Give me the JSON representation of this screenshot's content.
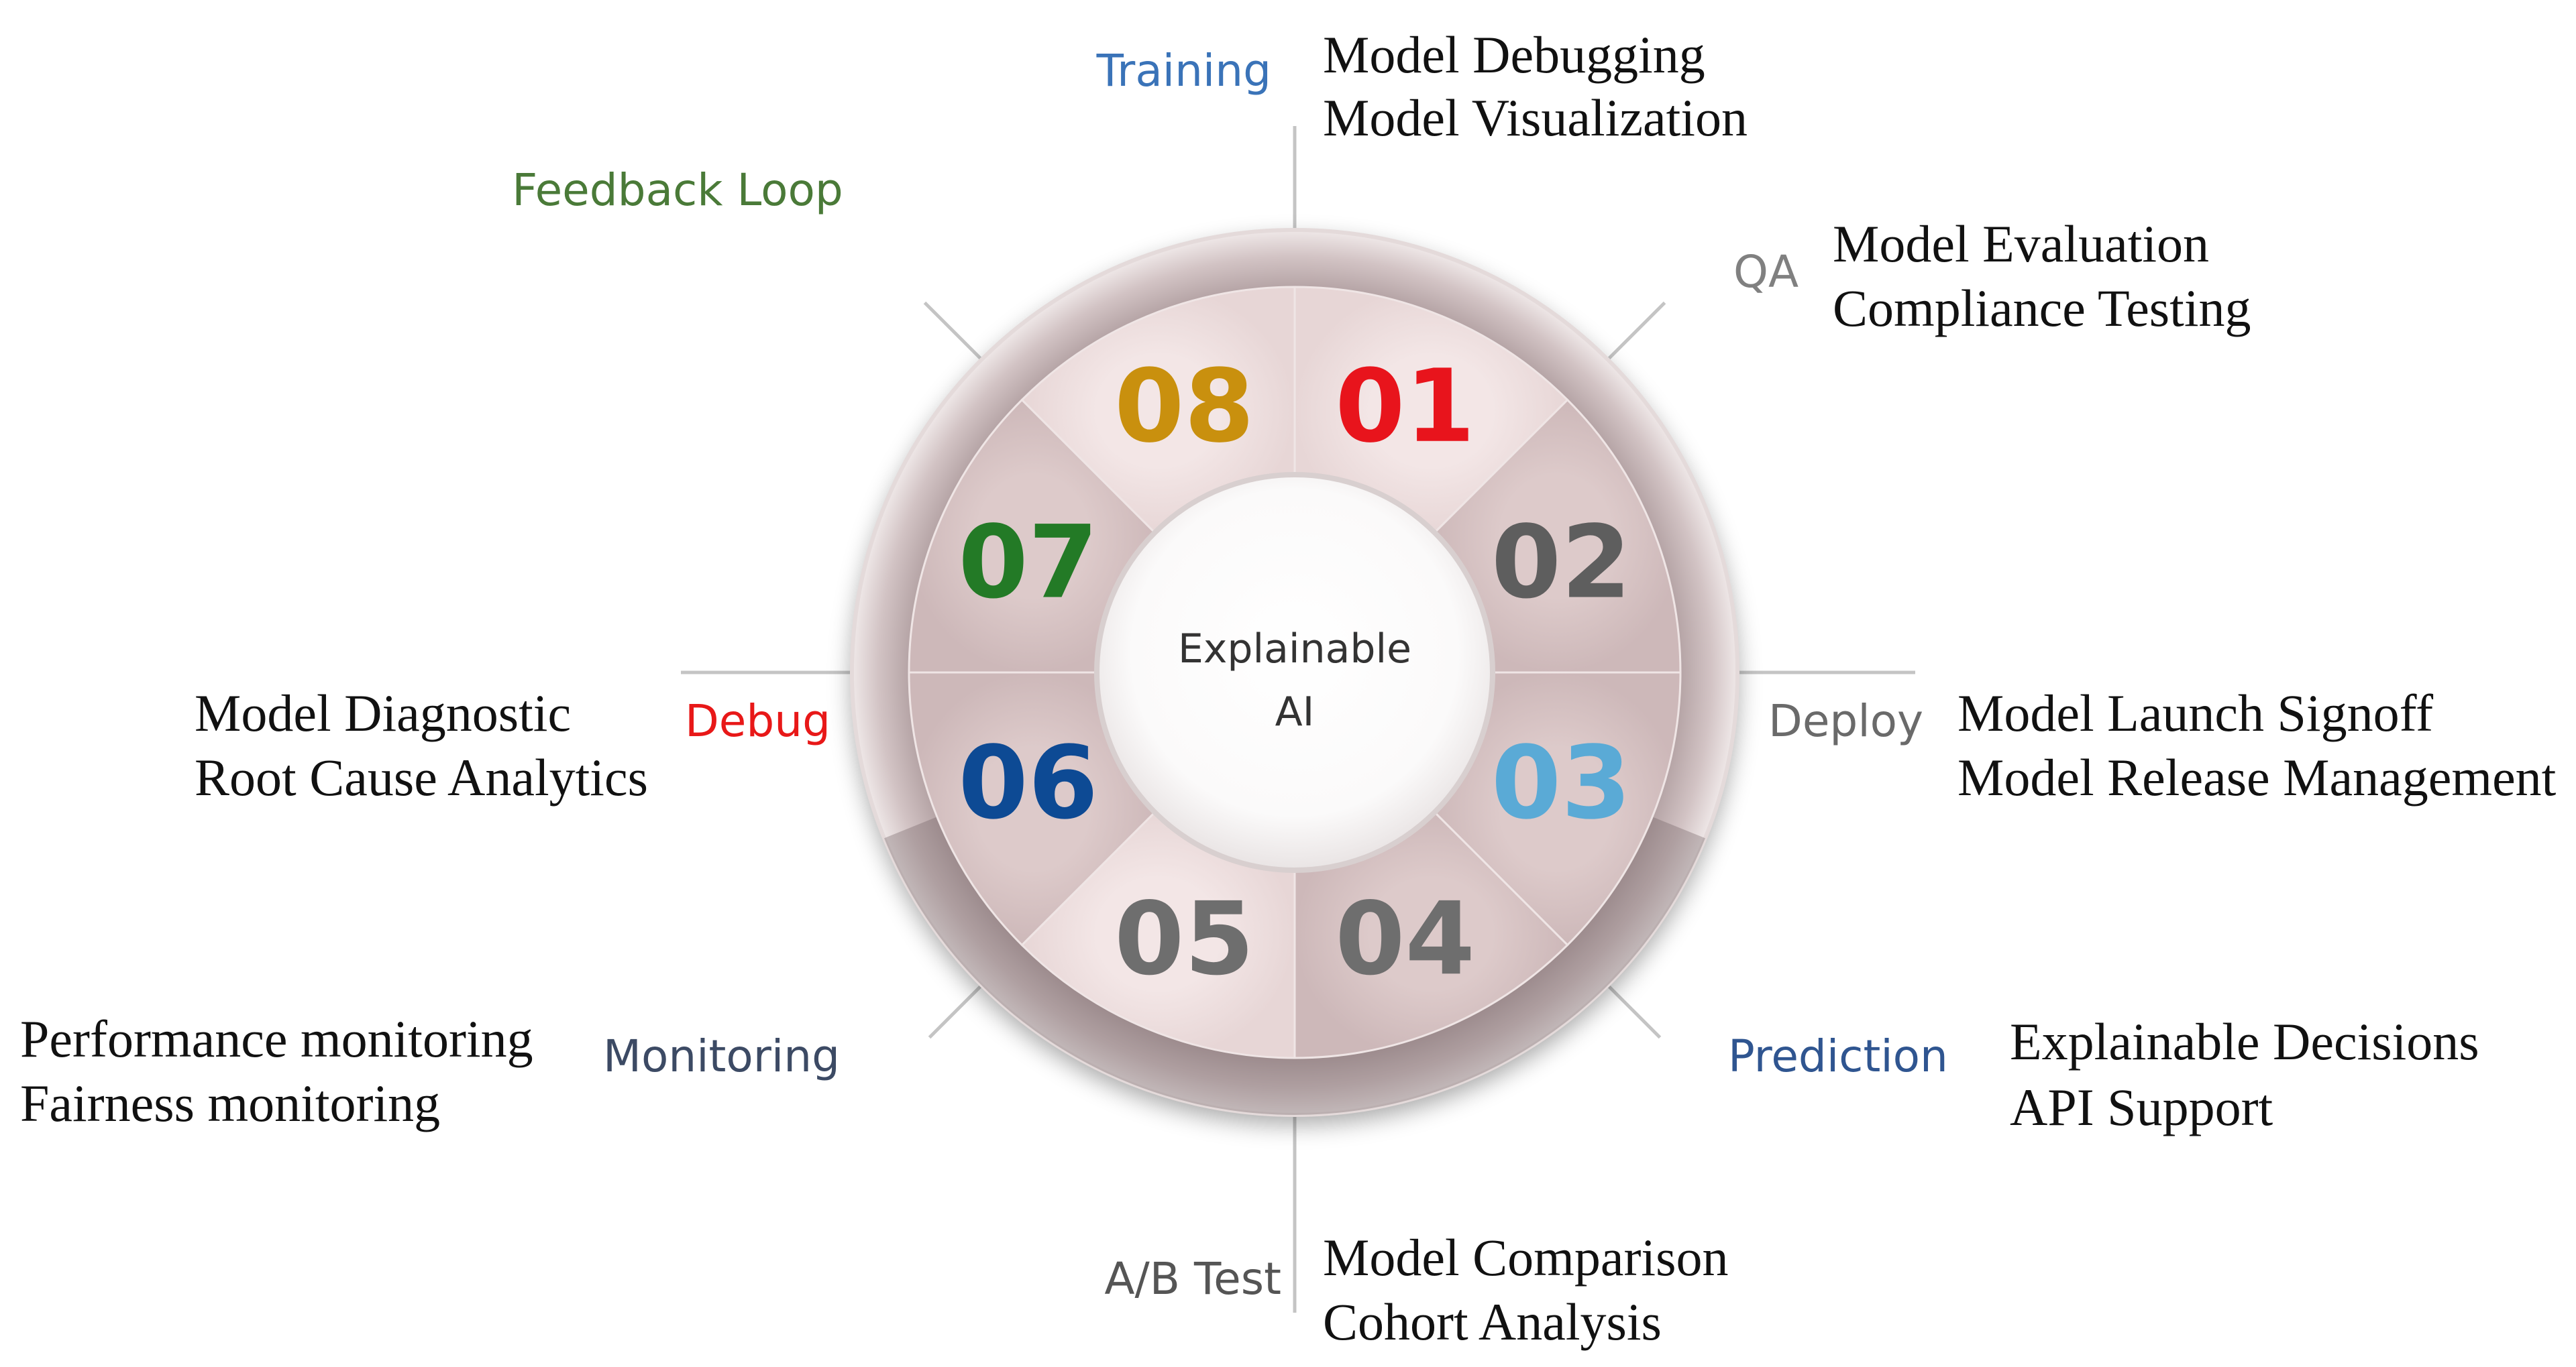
{
  "center": {
    "line1": "Explainable",
    "line2": "AI"
  },
  "segments": [
    {
      "number": "01",
      "color": "#e8141c"
    },
    {
      "number": "02",
      "color": "#5e5e5e"
    },
    {
      "number": "03",
      "color": "#5aaad6"
    },
    {
      "number": "04",
      "color": "#6e6e6e"
    },
    {
      "number": "05",
      "color": "#6e6e6e"
    },
    {
      "number": "06",
      "color": "#0d4a94"
    },
    {
      "number": "07",
      "color": "#237a26"
    },
    {
      "number": "08",
      "color": "#c9900e"
    }
  ],
  "stages": [
    {
      "id": "training",
      "label": "Training",
      "color": "#3a73b8",
      "items": [
        "Model Debugging",
        "Model Visualization"
      ]
    },
    {
      "id": "qa",
      "label": "QA",
      "color": "#808080",
      "items": [
        "Model Evaluation",
        "Compliance Testing"
      ]
    },
    {
      "id": "deploy",
      "label": "Deploy",
      "color": "#6a6a6a",
      "items": [
        "Model Launch Signoff",
        "Model Release Management"
      ]
    },
    {
      "id": "prediction",
      "label": "Prediction",
      "color": "#2f5590",
      "items": [
        "Explainable Decisions",
        "API Support"
      ]
    },
    {
      "id": "ab-test",
      "label": "A/B Test",
      "color": "#555555",
      "items": [
        "Model Comparison",
        "Cohort Analysis"
      ]
    },
    {
      "id": "monitoring",
      "label": "Monitoring",
      "color": "#3c4a64",
      "items": [
        "Performance monitoring",
        "Fairness monitoring"
      ]
    },
    {
      "id": "debug",
      "label": "Debug",
      "color": "#e81818",
      "items": [
        "Model Diagnostic",
        "Root Cause Analytics"
      ]
    },
    {
      "id": "feedback-loop",
      "label": "Feedback Loop",
      "color": "#4a7a38",
      "items": []
    }
  ]
}
